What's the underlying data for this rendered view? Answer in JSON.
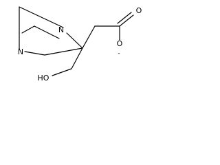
{
  "molecule": {
    "atoms": {
      "n_top": "N",
      "n_left": "N",
      "o_carbonyl": "O",
      "o_anion": "O",
      "anion_charge": "-",
      "hydroxyl": "HO"
    }
  }
}
